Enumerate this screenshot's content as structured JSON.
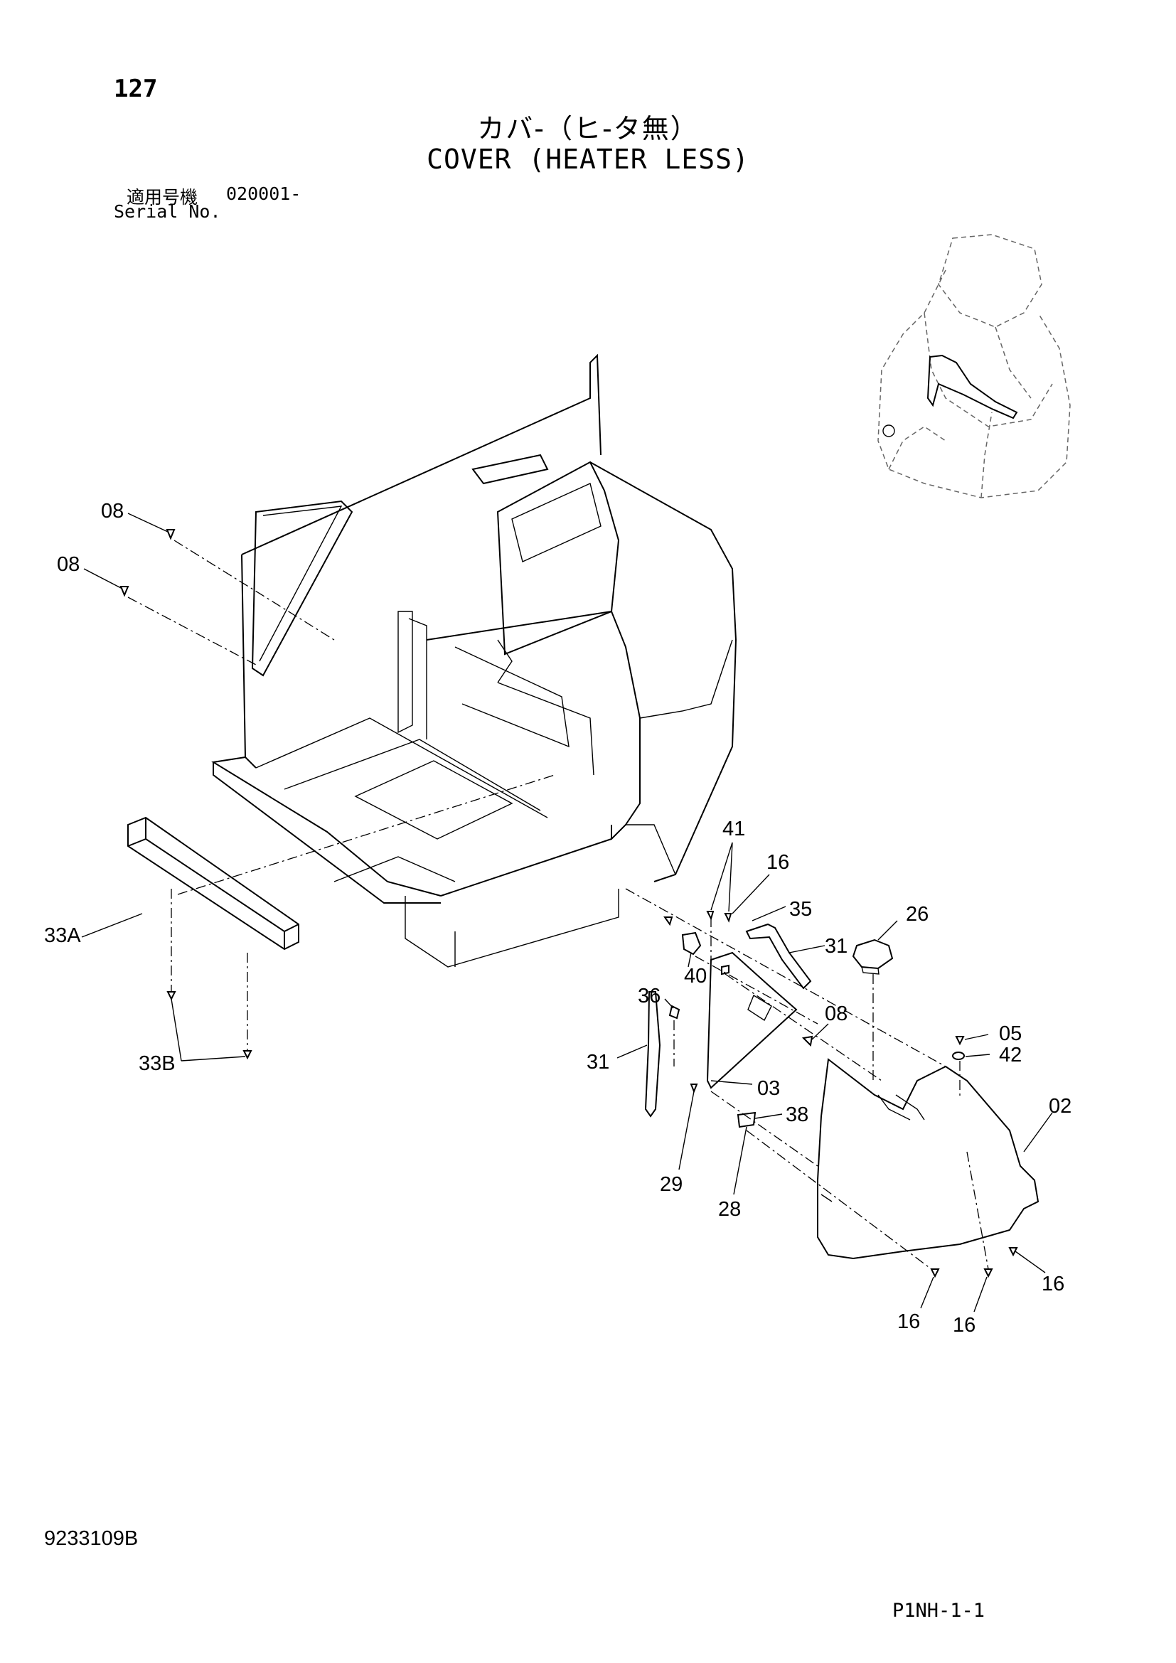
{
  "header": {
    "page_number": "127",
    "title_jp": "カバ-（ヒ-タ無）",
    "title_en": "COVER (HEATER LESS)",
    "serial_label_jp": "適用号機",
    "serial_value": "020001-",
    "serial_label_en": "Serial No."
  },
  "callouts": [
    {
      "id": "c08a",
      "label": "08"
    },
    {
      "id": "c08b",
      "label": "08"
    },
    {
      "id": "c41",
      "label": "41"
    },
    {
      "id": "c16a",
      "label": "16"
    },
    {
      "id": "c35",
      "label": "35"
    },
    {
      "id": "c26",
      "label": "26"
    },
    {
      "id": "c31a",
      "label": "31"
    },
    {
      "id": "c40",
      "label": "40"
    },
    {
      "id": "c36",
      "label": "36"
    },
    {
      "id": "c08c",
      "label": "08"
    },
    {
      "id": "c05",
      "label": "05"
    },
    {
      "id": "c42",
      "label": "42"
    },
    {
      "id": "c31b",
      "label": "31"
    },
    {
      "id": "c03",
      "label": "03"
    },
    {
      "id": "c02",
      "label": "02"
    },
    {
      "id": "c38",
      "label": "38"
    },
    {
      "id": "c29",
      "label": "29"
    },
    {
      "id": "c28",
      "label": "28"
    },
    {
      "id": "c16b",
      "label": "16"
    },
    {
      "id": "c16c",
      "label": "16"
    },
    {
      "id": "c16d",
      "label": "16"
    },
    {
      "id": "c33a",
      "label": "33A"
    },
    {
      "id": "c33b",
      "label": "33B"
    }
  ],
  "footer": {
    "drawing_number": "9233109B",
    "page_code": "P1NH-1-1"
  }
}
